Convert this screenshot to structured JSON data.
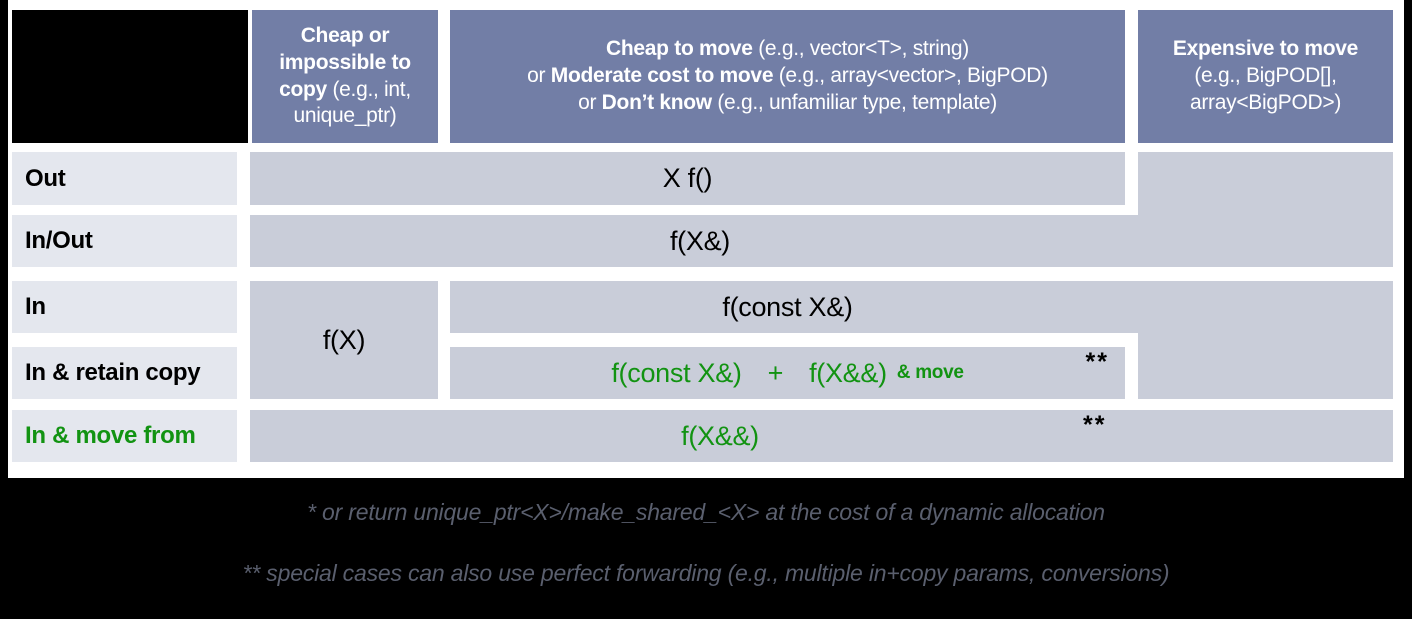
{
  "colors": {
    "page_bg": "#000000",
    "panel_bg": "#ffffff",
    "header_bg": "#727ea6",
    "header_text": "#ffffff",
    "cell_bg": "#c9cdd9",
    "label_bg": "#e4e7ee",
    "green": "#129312",
    "footnote_text": "#5a5f6e"
  },
  "headers": {
    "col1": {
      "bold": "Cheap or impossible to copy",
      "rest": " (e.g., int, unique_ptr)"
    },
    "col2": {
      "line1_bold": "Cheap to move",
      "line1_rest": " (e.g., vector<T>, string)",
      "line2_pre": "or ",
      "line2_bold": "Moderate cost to move",
      "line2_rest": " (e.g., array<vector>, BigPOD)",
      "line3_pre": "or ",
      "line3_bold": "Don’t know",
      "line3_rest": " (e.g., unfamiliar type, template)"
    },
    "col3": {
      "bold": "Expensive to move",
      "rest": "(e.g., BigPOD[], array<BigPOD>)"
    }
  },
  "rows": [
    {
      "label": "Out"
    },
    {
      "label": "In/Out"
    },
    {
      "label": "In"
    },
    {
      "label": "In & retain copy"
    },
    {
      "label": "In & move from"
    }
  ],
  "cells": {
    "out": "X f()",
    "inout": "f(X&)",
    "in_cheap_copy": "f(X)",
    "in_const_ref": "f(const X&)",
    "retain_a": "f(const X&)",
    "retain_plus": "+",
    "retain_b": "f(X&&)",
    "retain_move": "& move",
    "retain_note": "**",
    "move_from": "f(X&&)",
    "move_note": "**"
  },
  "footnotes": {
    "line1": "* or return unique_ptr<X>/make_shared_<X> at the cost of a dynamic allocation",
    "line2": "** special cases can also use perfect forwarding (e.g., multiple in+copy params, conversions)"
  }
}
